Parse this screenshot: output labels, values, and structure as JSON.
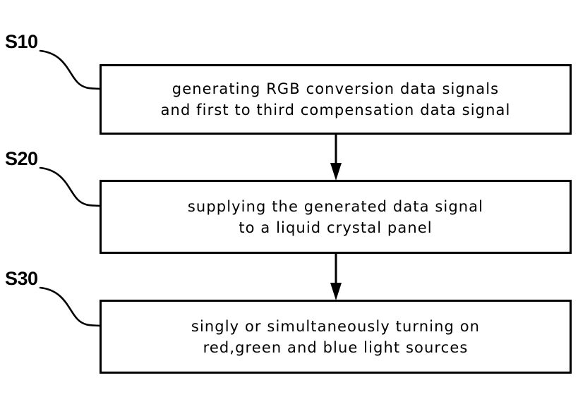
{
  "figure": {
    "type": "flowchart",
    "orientation": "vertical",
    "background_color": "#ffffff",
    "line_color": "#000000",
    "steps": [
      {
        "ref": "S10",
        "lines": [
          "generating RGB conversion data signals",
          "and first to third compensation data signal"
        ]
      },
      {
        "ref": "S20",
        "lines": [
          "supplying the generated data signal",
          "to a liquid crystal panel"
        ]
      },
      {
        "ref": "S30",
        "lines": [
          "singly or simultaneously turning on",
          "red,green and blue light sources"
        ]
      }
    ],
    "connectors": [
      {
        "name": "arrow-s10-to-s20",
        "from": "S10",
        "to": "S20",
        "style": "solid-arrow-down"
      },
      {
        "name": "arrow-s20-to-s30",
        "from": "S20",
        "to": "S30",
        "style": "solid-arrow-down"
      }
    ],
    "leaders": [
      {
        "name": "leader-s10",
        "ref": "S10",
        "style": "s-curve"
      },
      {
        "name": "leader-s20",
        "ref": "S20",
        "style": "s-curve"
      },
      {
        "name": "leader-s30",
        "ref": "S30",
        "style": "s-curve"
      }
    ]
  }
}
